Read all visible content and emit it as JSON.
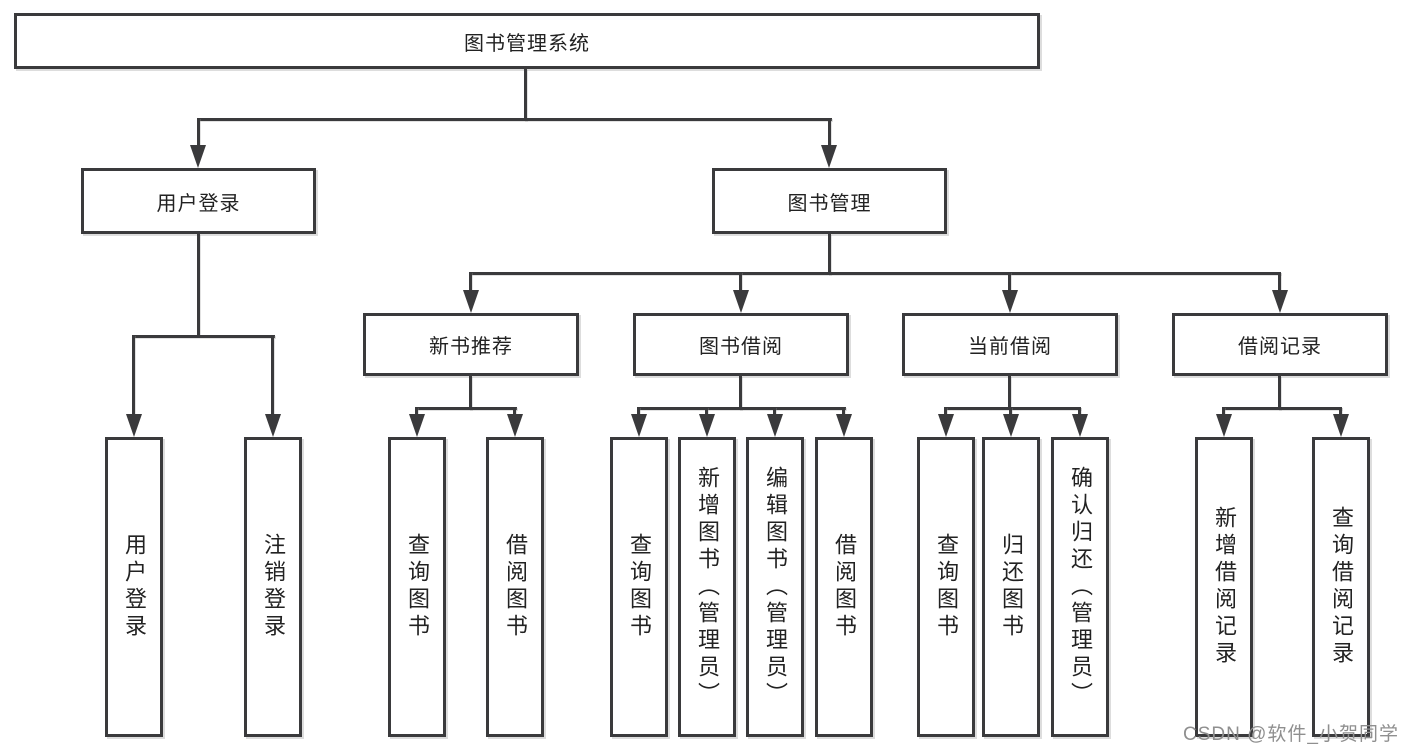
{
  "diagram": {
    "root_label": "图书管理系统",
    "branches": [
      {
        "label": "用户登录",
        "leaves": [
          "用户登录",
          "注销登录"
        ]
      },
      {
        "label": "图书管理",
        "groups": [
          {
            "label": "新书推荐",
            "leaves": [
              "查询图书",
              "借阅图书"
            ]
          },
          {
            "label": "图书借阅",
            "leaves": [
              "查询图书",
              "新增图书（管理员）",
              "编辑图书（管理员）",
              "借阅图书"
            ]
          },
          {
            "label": "当前借阅",
            "leaves": [
              "查询图书",
              "归还图书",
              "确认归还（管理员）"
            ]
          },
          {
            "label": "借阅记录",
            "leaves": [
              "新增借阅记录",
              "查询借阅记录"
            ]
          }
        ]
      }
    ]
  },
  "watermark": {
    "text": "CSDN @软件_小贺同学"
  },
  "colors": {
    "line": "#3a3a3c",
    "text": "#222222",
    "background": "#ffffff",
    "watermark": "#8f8f8f"
  }
}
